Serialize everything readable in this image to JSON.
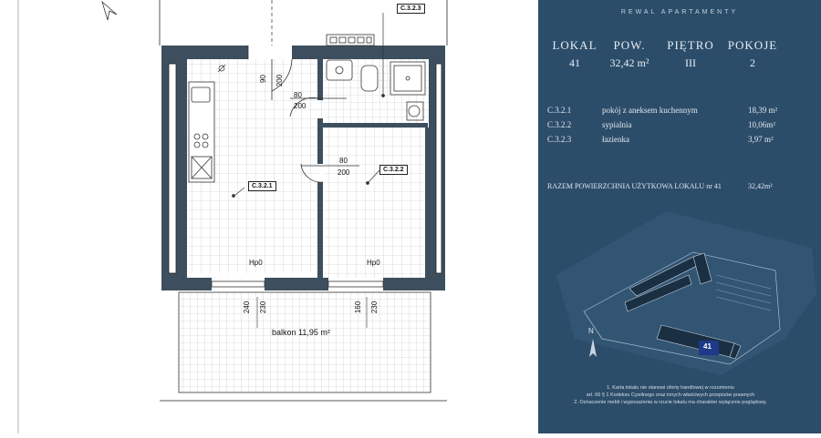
{
  "brand": "REWAL APARTAMENTY",
  "summary": {
    "lokal": {
      "label": "LOKAL",
      "value": "41"
    },
    "pow": {
      "label": "POW.",
      "value": "32,42 m²"
    },
    "pietro": {
      "label": "PIĘTRO",
      "value": "III"
    },
    "pokoje": {
      "label": "POKOJE",
      "value": "2"
    }
  },
  "rooms": [
    {
      "code": "C.3.2.1",
      "name": "pokój z aneksem kuchennym",
      "area": "18,39 m²"
    },
    {
      "code": "C.3.2.2",
      "name": "sypialnia",
      "area": "10,06m²"
    },
    {
      "code": "C.3.2.3",
      "name": "łazienka",
      "area": "3,97 m²"
    }
  ],
  "total": {
    "label": "RAZEM POWIERZCHNIA UŻYTKOWA LOKALU nr 41",
    "value": "32,42m²"
  },
  "notes": [
    "1. Karta lokalu nie stanowi oferty handlowej w rozumieniu",
    "art. 66 § 1 Kodeksu Cywilnego oraz innych właściwych przepisów prawnych",
    "2. Oznaczenie mebli i wyposażenia w rzucie lokalu ma charakter wyłącznie poglądowy."
  ],
  "plan": {
    "room_labels": {
      "c321": "C.3.2.1",
      "c322": "C.3.2.2",
      "c323": "C.3.2.3"
    },
    "balcony": "balkon 11,95 m²",
    "hp_left": "Hp0",
    "hp_right": "Hp0",
    "dims": {
      "door_entry_w": "90",
      "door_entry_h": "200",
      "door_bath_w": "80",
      "door_bath_h": "200",
      "door_bed_w": "80",
      "door_bed_h": "200",
      "win_left_a": "240",
      "win_left_b": "230",
      "win_right_a": "160",
      "win_right_b": "230"
    }
  },
  "site": {
    "north": "N",
    "unit": "41"
  },
  "colors": {
    "panel": "#2c4d6a",
    "unit_marker": "#1f3a8a"
  }
}
